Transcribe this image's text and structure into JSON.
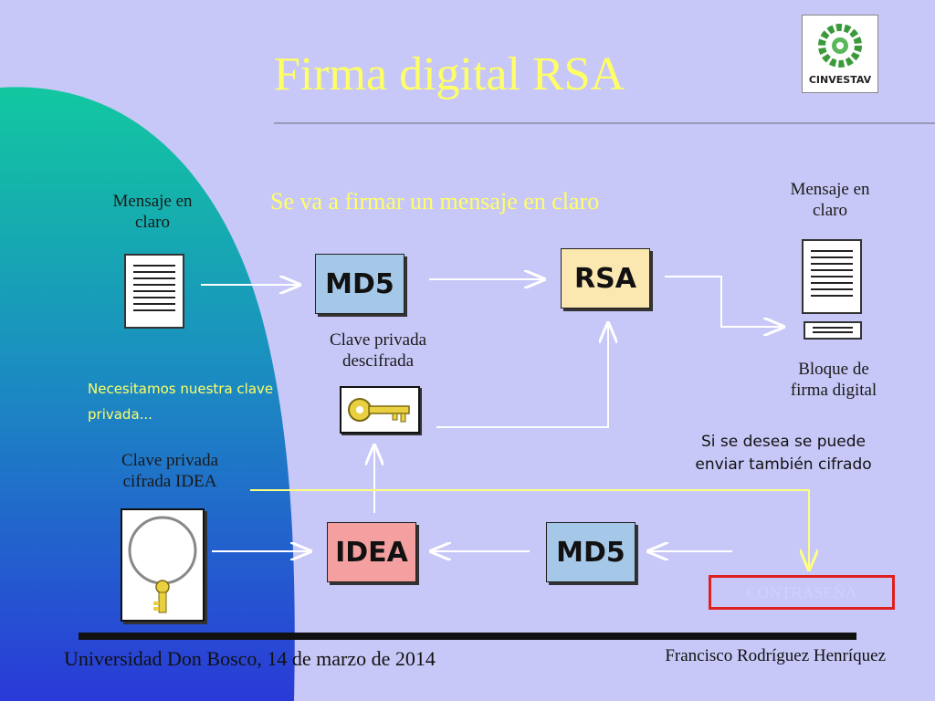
{
  "title": "Firma digital RSA",
  "subtitle": "Se va a firmar un mensaje en claro",
  "logo": {
    "text": "CINVESTAV"
  },
  "labels": {
    "msg_left": "Mensaje en claro",
    "msg_right": "Mensaje en claro",
    "clave_descifrada": "Clave privada descifrada",
    "necesitamos": "Necesitamos nuestra clave privada...",
    "clave_cifrada": "Clave privada cifrada IDEA",
    "bloque": "Bloque de firma digital",
    "cifrado_note": "Si se desea se puede enviar también cifrado"
  },
  "boxes": {
    "md5_top": "MD5",
    "rsa": "RSA",
    "idea": "IDEA",
    "md5_bottom": "MD5",
    "contrasena": "CONTRASEÑA"
  },
  "footer": {
    "left": "Universidad Don Bosco, 14 de marzo de 2014",
    "right": "Francisco Rodríguez Henríquez"
  },
  "colors": {
    "background": "#c8c8f8",
    "title": "#ffff66",
    "md5": "#a6c8e8",
    "rsa": "#fbe8b0",
    "idea": "#f4a0a0",
    "contrasena_border": "#e02020",
    "arrow_white": "#ffffff",
    "arrow_yellow": "#ffff80"
  }
}
